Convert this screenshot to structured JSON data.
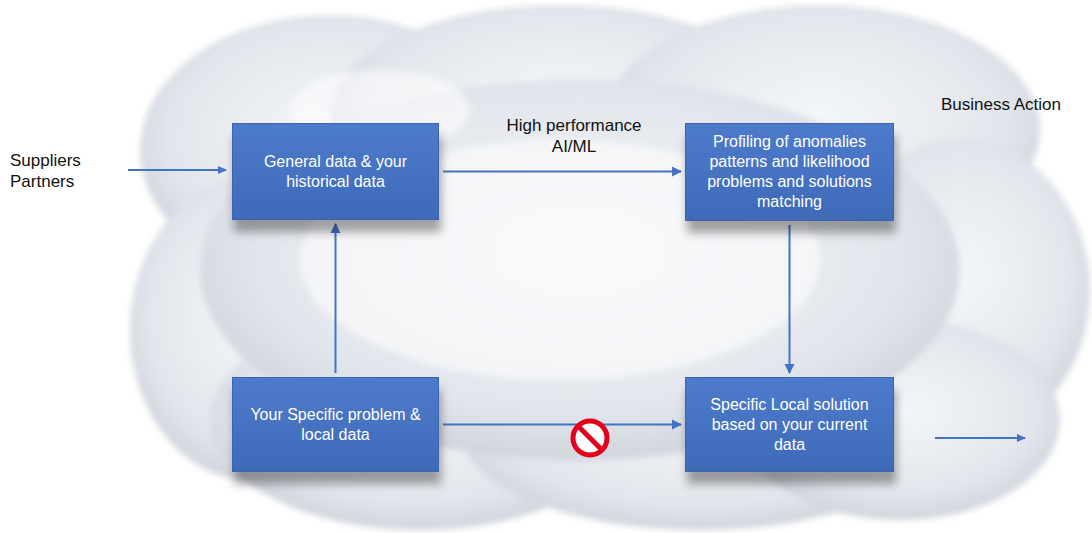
{
  "diagram": {
    "nodes": [
      {
        "text": [
          "General data & your historical data"
        ]
      },
      {
        "text": [
          "Profiling of anomalies patterns and likelihood problems and solutions matching"
        ]
      },
      {
        "text": [
          "Your Specific problem & local data"
        ]
      },
      {
        "text": [
          "Specific Local solution based on your current data"
        ]
      }
    ],
    "edges": [
      {
        "from": 2,
        "to": 0,
        "arrow": "to"
      },
      {
        "from": 0,
        "to": 1,
        "label": "High performance AI/ML",
        "arrow": "to"
      },
      {
        "from": 1,
        "to": 3,
        "arrow": "to"
      },
      {
        "from": 2,
        "to": 3,
        "arrow": "to"
      }
    ],
    "labels": [
      "Suppliers Partners",
      "Business Action"
    ]
  }
}
